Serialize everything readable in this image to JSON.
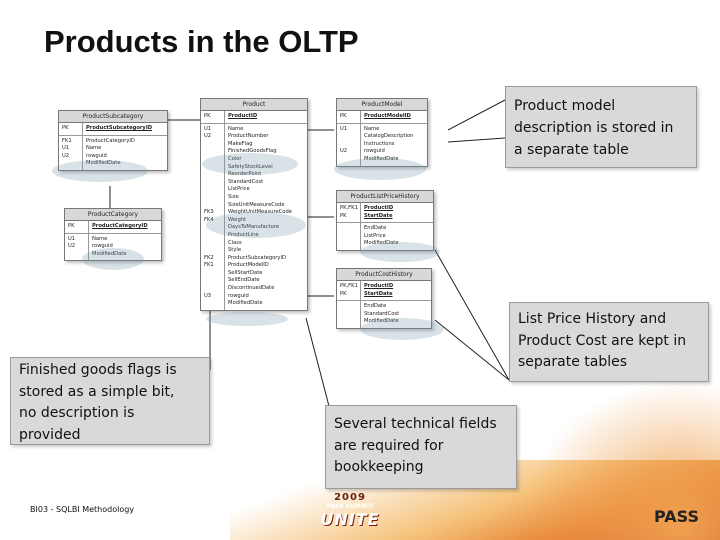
{
  "title": "Products in the OLTP",
  "footer": "BI03 - SQLBI Methodology",
  "logo": {
    "year": "2009",
    "event": "PASS SUMMIT",
    "tagline": "UNITE",
    "brand": "PASS"
  },
  "callouts": {
    "product_model": "Product model\ndescription is stored in\na separate table",
    "price_history": "List Price History and\nProduct Cost are kept in\nseparate tables",
    "finished_goods": "Finished goods flags is\nstored as a simple bit,\nno description is\nprovided",
    "technical_fields": "Several technical fields\nare required for\nbookkeeping"
  },
  "entities": {
    "product_subcategory": {
      "name": "ProductSubcategory",
      "rows": [
        {
          "keys": [
            "PK"
          ],
          "cols": [
            "ProductSubcategoryID"
          ],
          "pk": true
        },
        {
          "keys": [
            "FK1",
            "U1",
            "U2"
          ],
          "cols": [
            "ProductCategoryID",
            "Name",
            "rowguid",
            "ModifiedDate"
          ],
          "pk": false
        }
      ]
    },
    "product_category": {
      "name": "ProductCategory",
      "rows": [
        {
          "keys": [
            "PK"
          ],
          "cols": [
            "ProductCategoryID"
          ],
          "pk": true
        },
        {
          "keys": [
            "U1",
            "U2"
          ],
          "cols": [
            "Name",
            "rowguid",
            "ModifiedDate"
          ],
          "pk": false
        }
      ]
    },
    "product": {
      "name": "Product",
      "rows": [
        {
          "keys": [
            "PK"
          ],
          "cols": [
            "ProductID"
          ],
          "pk": true
        },
        {
          "keys": [
            "U1",
            "U2",
            "",
            "",
            "",
            "",
            "",
            "",
            "",
            "",
            "",
            "FK3",
            "FK4",
            "",
            "",
            "",
            "",
            "FK2",
            "FK1",
            "",
            "",
            "",
            "U3"
          ],
          "cols": [
            "Name",
            "ProductNumber",
            "MakeFlag",
            "FinishedGoodsFlag",
            "Color",
            "SafetyStockLevel",
            "ReorderPoint",
            "StandardCost",
            "ListPrice",
            "Size",
            "SizeUnitMeasureCode",
            "WeightUnitMeasureCode",
            "Weight",
            "DaysToManufacture",
            "ProductLine",
            "Class",
            "Style",
            "ProductSubcategoryID",
            "ProductModelID",
            "SellStartDate",
            "SellEndDate",
            "DiscontinuedDate",
            "rowguid",
            "ModifiedDate"
          ],
          "pk": false
        }
      ]
    },
    "product_model": {
      "name": "ProductModel",
      "rows": [
        {
          "keys": [
            "PK"
          ],
          "cols": [
            "ProductModelID"
          ],
          "pk": true
        },
        {
          "keys": [
            "U1",
            "",
            "",
            "U2"
          ],
          "cols": [
            "Name",
            "CatalogDescription",
            "Instructions",
            "rowguid",
            "ModifiedDate"
          ],
          "pk": false
        }
      ]
    },
    "product_list_price_history": {
      "name": "ProductListPriceHistory",
      "rows": [
        {
          "keys": [
            "PK,FK1",
            "PK"
          ],
          "cols": [
            "ProductID",
            "StartDate"
          ],
          "pk": true
        },
        {
          "keys": [],
          "cols": [
            "EndDate",
            "ListPrice",
            "ModifiedDate"
          ],
          "pk": false
        }
      ]
    },
    "product_cost_history": {
      "name": "ProductCostHistory",
      "rows": [
        {
          "keys": [
            "PK,FK1",
            "PK"
          ],
          "cols": [
            "ProductID",
            "StartDate"
          ],
          "pk": true
        },
        {
          "keys": [],
          "cols": [
            "EndDate",
            "StandardCost",
            "ModifiedDate"
          ],
          "pk": false
        }
      ]
    }
  }
}
